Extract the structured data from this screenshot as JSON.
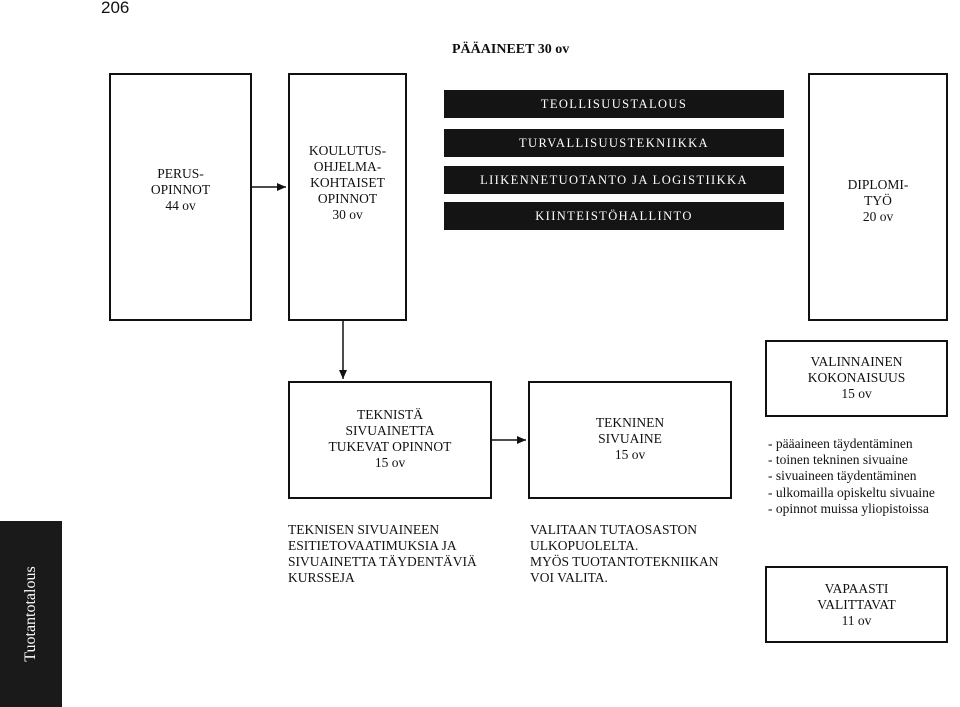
{
  "page_number": "206",
  "main_header": "PÄÄAINEET 30 ov",
  "side_tab": "Tuotantotalous",
  "boxes": {
    "perus": "PERUS-\nOPINNOT\n44 ov",
    "koulutus": "KOULUTUS-\nOHJELMA-\nKOHTAISET\nOPINNOT\n30 ov",
    "diplomi": "DIPLOMI-\nTYÖ\n20 ov",
    "teknista": "TEKNISTÄ\nSIVUAINETTA\nTUKEVAT OPINNOT\n15 ov",
    "tekninen": "TEKNINEN\nSIVUAINE\n15 ov",
    "valinnainen": "VALINNAINEN\nKOKONAISUUS\n15 ov",
    "vapaasti": "VAPAASTI\nVALITTAVAT\n11 ov"
  },
  "majors": [
    "TEOLLISUUSTALOUS",
    "TURVALLISUUSTEKNIIKKA",
    "LIIKENNETUOTANTO JA LOGISTIIKKA",
    "KIINTEISTÖHALLINTO"
  ],
  "notes": {
    "teknisen": "TEKNISEN SIVUAINEEN\nESITIETOVAATIMUKSIA JA\nSIVUAINETTA TÄYDENTÄVIÄ\nKURSSEJA",
    "valitaan": "VALITAAN TUTAOSASTON\nULKOPUOLELTA.\nMYÖS TUOTANTOTEKNIIKAN\nVOI VALITA."
  },
  "bullets": [
    "- pääaineen täydentäminen",
    "- toinen tekninen sivuaine",
    "- sivuaineen täydentäminen",
    "- ulkomailla opiskeltu sivuaine",
    "- opinnot muissa yliopistoissa"
  ]
}
